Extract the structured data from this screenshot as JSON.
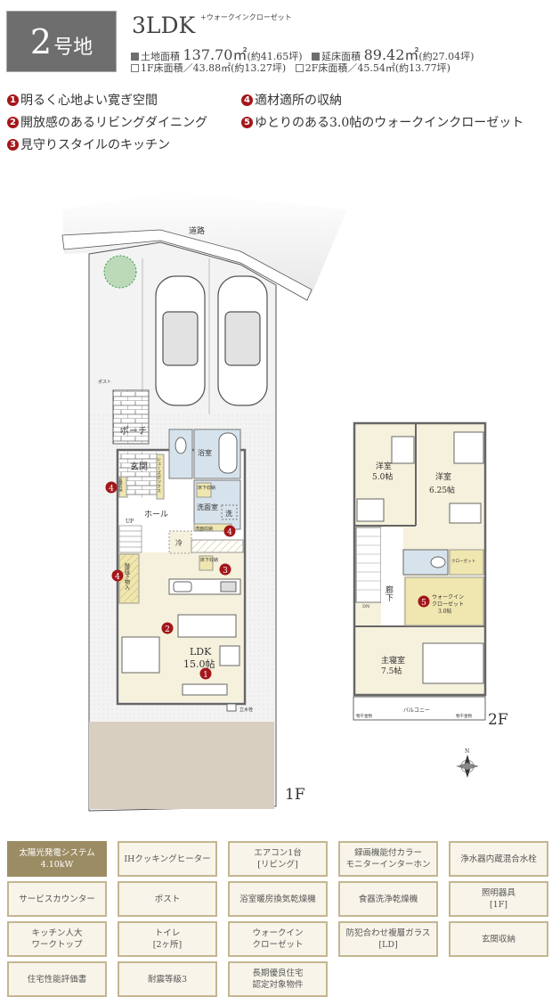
{
  "header": {
    "lot_number": "2",
    "lot_suffix": "号地",
    "layout": "3LDK",
    "layout_extra": "+ウォークインクローゼット",
    "land_area_label": "土地面積",
    "land_area": "137.70㎡",
    "land_area_tsubo": "(約41.65坪)",
    "total_floor_label": "延床面積",
    "total_floor": "89.42㎡",
    "total_floor_tsubo": "(約27.04坪)",
    "f1_area": "1F床面積／43.88㎡(約13.27坪)",
    "f2_area": "2F床面積／45.54㎡(約13.77坪)"
  },
  "features": [
    {
      "num": "1",
      "text": "明るく心地よい寛ぎ空間"
    },
    {
      "num": "2",
      "text": "開放感のあるリビングダイニング"
    },
    {
      "num": "3",
      "text": "見守りスタイルのキッチン"
    },
    {
      "num": "4",
      "text": "適材適所の収納"
    },
    {
      "num": "5",
      "text": "ゆとりのある3.0帖のウォークインクローゼット"
    }
  ],
  "plan1f": {
    "floor": "1F",
    "road": "道路",
    "post": "ポスト",
    "porch": "ポーチ",
    "entrance": "玄関",
    "shoes_box": "シューズボックス",
    "entry_storage": "玄関収納",
    "bath": "浴室",
    "underfloor1": "床下収納",
    "washroom": "洗面室",
    "washer": "洗",
    "wash_storage": "洗面収納",
    "hall": "ホール",
    "up": "UP",
    "fridge": "冷",
    "underfloor2": "床下収納",
    "stair_storage": "階段下物入",
    "ldk": "LDK",
    "ldk_size": "15.0帖",
    "faucet": "立水栓"
  },
  "plan2f": {
    "floor": "2F",
    "room1": "洋室",
    "room1_size": "5.0帖",
    "room2": "洋室",
    "room2_size": "6.25帖",
    "closet": "クローゼット",
    "corridor": "廊下",
    "dn": "DN",
    "wic1": "ウォークイン",
    "wic2": "クローゼット",
    "wic_size": "3.0帖",
    "master": "主寝室",
    "master_size": "7.5帖",
    "balcony": "バルコニー",
    "hanger_l": "物干金物",
    "hanger_r": "物干金物",
    "compass": "N"
  },
  "equipment": [
    {
      "label": "太陽光発電システム\n4.10kW",
      "highlight": true
    },
    {
      "label": "IHクッキングヒーター"
    },
    {
      "label": "エアコン1台\n[リビング]"
    },
    {
      "label": "録画機能付カラー\nモニターインターホン"
    },
    {
      "label": "浄水器内蔵混合水栓"
    },
    {
      "label": "サービスカウンター"
    },
    {
      "label": "ポスト"
    },
    {
      "label": "浴室暖房換気乾燥機"
    },
    {
      "label": "食器洗浄乾燥機"
    },
    {
      "label": "照明器具\n[1F]"
    },
    {
      "label": "キッチン人大\nワークトップ"
    },
    {
      "label": "トイレ\n[2ヶ所]"
    },
    {
      "label": "ウォークイン\nクローゼット"
    },
    {
      "label": "防犯合わせ複層ガラス\n[LD]"
    },
    {
      "label": "玄関収納"
    },
    {
      "label": "住宅性能評価書"
    },
    {
      "label": "耐震等級3"
    },
    {
      "label": "長期優良住宅\n認定対象物件"
    }
  ],
  "colors": {
    "accent_red": "#a3161a",
    "badge_dark": "#9c8c64",
    "badge_light": "#f8f4e9",
    "floor": "#f6f1dc",
    "storage": "#efe6b0",
    "wet": "#d7e3ec"
  }
}
